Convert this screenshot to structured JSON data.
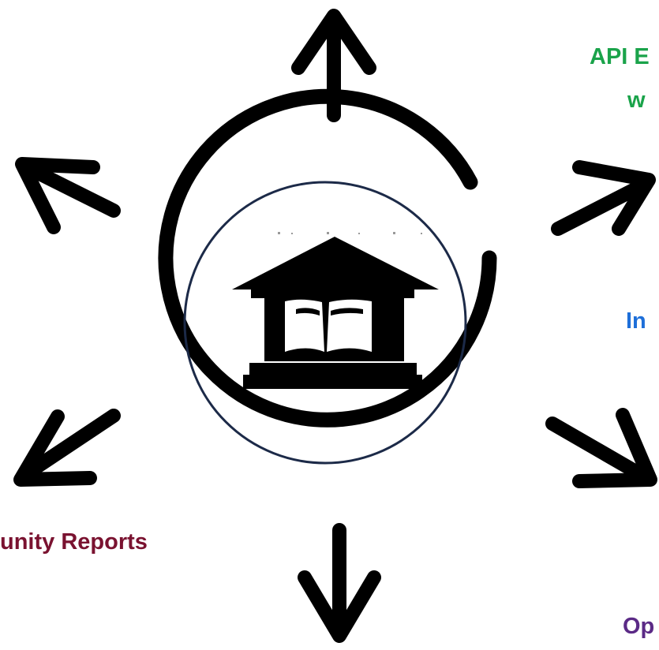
{
  "colors": {
    "background": "#ffffff",
    "stroke": "#000000",
    "inner_ring": "#1c2a48",
    "green_label": "#1aa34a",
    "blue_label": "#1e6fd9",
    "maroon_label": "#7a1230",
    "purple_label": "#5b2a86"
  },
  "center": {
    "icon": "library-building-book-icon"
  },
  "arrows": [
    {
      "name": "arrow-up-icon",
      "direction": "up"
    },
    {
      "name": "arrow-up-left-icon",
      "direction": "up-left"
    },
    {
      "name": "arrow-up-right-icon",
      "direction": "up-right"
    },
    {
      "name": "arrow-down-left-icon",
      "direction": "down-left"
    },
    {
      "name": "arrow-down-right-icon",
      "direction": "down-right"
    },
    {
      "name": "arrow-down-icon",
      "direction": "down"
    }
  ],
  "labels": {
    "api_line1": "API E",
    "api_line2": "w",
    "in": "In",
    "community_reports": "unity Reports",
    "op": "Op"
  }
}
